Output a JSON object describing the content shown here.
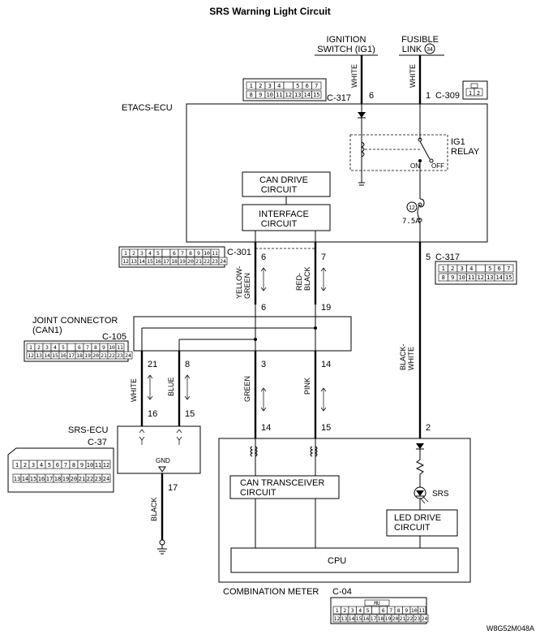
{
  "title": "SRS Warning Light Circuit",
  "top_sources": {
    "ignition": "IGNITION",
    "ignition2": "SWITCH (IG1)",
    "fusible": "FUSIBLE",
    "fusible2": "LINK",
    "fusible_num": "34"
  },
  "etacs": {
    "label": "ETACS-ECU",
    "conn_c317_top": "C-317",
    "conn_c309": "C-309",
    "conn_c301": "C-301",
    "conn_c317_bot": "C-317",
    "pin6_top": "6",
    "pin1_top": "1",
    "pin6_bot": "6",
    "pin7_bot": "7",
    "pin5_bot": "5",
    "relay": "IG1",
    "relay2": "RELAY",
    "on": "ON",
    "off": "OFF",
    "can_drive": "CAN DRIVE",
    "can_drive2": "CIRCUIT",
    "interface": "INTERFACE",
    "interface2": "CIRCUIT",
    "fuse_num": "12",
    "fuse_rating": "7.5A"
  },
  "wires": {
    "white1": "WHITE",
    "white2": "WHITE",
    "yellow_green": "YELLOW-",
    "yellow_green2": "GREEN",
    "red_black": "RED-",
    "red_black2": "BLACK",
    "black_white": "BLACK-",
    "black_white2": "WHITE",
    "white3": "WHITE",
    "blue": "BLUE",
    "green": "GREEN",
    "pink": "PINK",
    "black": "BLACK"
  },
  "joint": {
    "label": "JOINT CONNECTOR",
    "label2": "(CAN1)",
    "conn": "C-105",
    "pin6": "6",
    "pin19": "19",
    "pin21": "21",
    "pin8": "8",
    "pin3": "3",
    "pin14": "14"
  },
  "srs_ecu": {
    "label": "SRS-ECU",
    "conn": "C-37",
    "pin16": "16",
    "pin15": "15",
    "gnd": "GND",
    "pin17": "17"
  },
  "meter": {
    "label": "COMBINATION METER",
    "conn": "C-04",
    "pin14": "14",
    "pin15": "15",
    "pin2": "2",
    "can_trx": "CAN TRANSCEIVER",
    "can_trx2": "CIRCUIT",
    "led_drive": "LED DRIVE",
    "led_drive2": "CIRCUIT",
    "cpu": "CPU",
    "srs": "SRS"
  },
  "connector_cells": {
    "c317_row1": [
      "1",
      "2",
      "3",
      "4",
      "",
      "5",
      "6",
      "7"
    ],
    "c317_row2": [
      "8",
      "9",
      "10",
      "11",
      "12",
      "13",
      "14",
      "15"
    ],
    "c309": [
      "1",
      "2"
    ],
    "c301_row1": [
      "1",
      "2",
      "3",
      "4",
      "5",
      "",
      "6",
      "7",
      "8",
      "9",
      "10",
      "11"
    ],
    "c301_row2": [
      "12",
      "13",
      "14",
      "15",
      "16",
      "17",
      "18",
      "19",
      "20",
      "21",
      "22",
      "23",
      "24"
    ],
    "c37_row1": [
      "1",
      "2",
      "3",
      "4",
      "5",
      "6",
      "7",
      "8",
      "9",
      "10",
      "11",
      "12"
    ],
    "c37_row2": [
      "13",
      "14",
      "15",
      "16",
      "17",
      "18",
      "19",
      "20",
      "21",
      "22",
      "23",
      "24"
    ],
    "c04_label": "MU"
  },
  "figure_id": "W8G52M048A"
}
